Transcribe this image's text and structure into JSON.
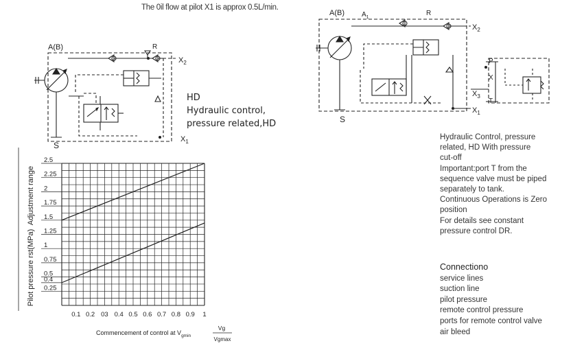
{
  "note": "The 0il flow at pilot X1 is approx 0.5L/min.",
  "left_diagram": {
    "port_ab": "A(B)",
    "port_r": "R",
    "port_x2_main": "X",
    "port_x2_sub": "2",
    "port_x1_main": "X",
    "port_x1_sub": "1",
    "port_s": "S",
    "title": "HD",
    "line1": "Hydraulic control,",
    "line2": "pressure related,HD"
  },
  "right_diagram": {
    "port_ab": "A(B)",
    "port_a1_main": "A",
    "port_a1_sub": "1",
    "port_r": "R",
    "port_x2_main": "X",
    "port_x2_sub": "2",
    "port_x3_main": "X",
    "port_x3_sub": "3",
    "port_x1_main": "X",
    "port_x1_sub": "1",
    "port_s": "S",
    "port_p": "P",
    "port_x": "X",
    "port_t": "T"
  },
  "chart_data": {
    "type": "line",
    "ylabel_top": "Adjustment range",
    "ylabel": "Pilot pressure rst(MPa)",
    "xlabel": "Commencement of control at V",
    "xlabel_sub": "gmin",
    "frac_num": "Vg",
    "frac_den": "Vgmax",
    "xlim": [
      0,
      1
    ],
    "ylim": [
      0,
      2.5
    ],
    "x_ticks": [
      "0.1",
      "0.2",
      "03",
      "0.4",
      "0.5",
      "0.6",
      "0.7",
      "0.8",
      "0.9",
      "1"
    ],
    "y_ticks": [
      {
        "v": 2.5,
        "label": "2.5"
      },
      {
        "v": 2.25,
        "label": "2.25"
      },
      {
        "v": 2,
        "label": "2"
      },
      {
        "v": 1.75,
        "label": "1.75"
      },
      {
        "v": 1.5,
        "label": "1.5"
      },
      {
        "v": 1.25,
        "label": "1.25"
      },
      {
        "v": 1,
        "label": "1"
      },
      {
        "v": 0.75,
        "label": "0.75"
      },
      {
        "v": 0.5,
        "label": "0.5"
      },
      {
        "v": 0.4,
        "label": "0.4"
      },
      {
        "v": 0.25,
        "label": "0.25"
      }
    ],
    "series": [
      {
        "x": [
          0,
          1
        ],
        "y": [
          1.5,
          2.5
        ]
      },
      {
        "x": [
          0,
          1
        ],
        "y": [
          0.4,
          1.45
        ]
      }
    ],
    "grid": true
  },
  "description": [
    "Hydraulic Control, pressure",
    "related, HD With pressure",
    "cut-off",
    "Important:port T from the",
    "sequence valve must be piped",
    "separately to tank.",
    "Continuous Operations is Zero",
    "position",
    "For details see constant",
    "pressure control DR."
  ],
  "connections": {
    "heading": "Connectiono",
    "items": [
      "service lines",
      "suction line",
      "pilot pressure",
      "remote control pressure",
      "ports for remote control valve",
      "air bleed"
    ]
  }
}
